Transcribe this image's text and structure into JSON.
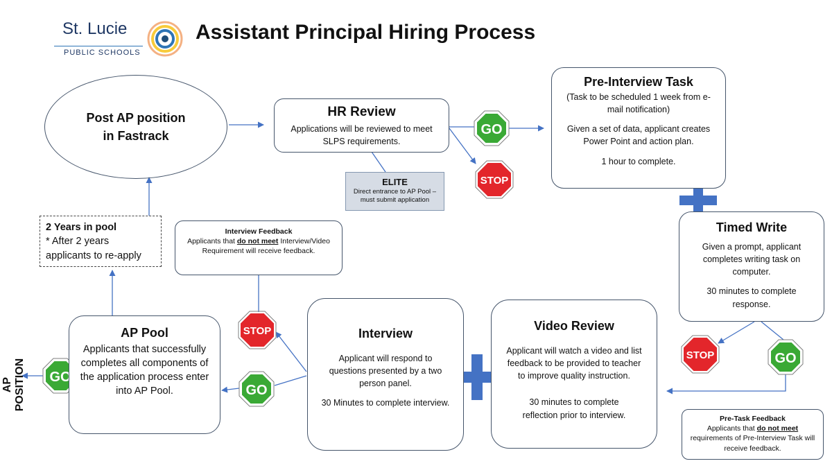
{
  "header": {
    "logo_line1": "St. Lucie",
    "logo_line2": "PUBLIC SCHOOLS",
    "title": "Assistant Principal Hiring Process"
  },
  "post_ap": {
    "line1": "Post AP position",
    "line2": "in Fastrack"
  },
  "hr_review": {
    "title": "HR Review",
    "text": "Applications will be reviewed to meet SLPS requirements."
  },
  "elite": {
    "title": "ELITE",
    "text": "Direct entrance to AP Pool – must submit application"
  },
  "pre_interview": {
    "title": "Pre-Interview Task",
    "schedule": "(Task to be scheduled 1 week from e-mail notification)",
    "text": "Given a set of data, applicant creates Power Point and action plan.",
    "time": "1 hour to complete."
  },
  "timed_write": {
    "title": "Timed Write",
    "text": "Given a prompt, applicant completes writing task on computer.",
    "time": "30 minutes to complete response."
  },
  "pool_note": {
    "title": "2 Years in pool",
    "text": "* After 2 years applicants to re-apply"
  },
  "interview_feedback": {
    "title": "Interview Feedback",
    "pre": "Applicants that",
    "emph": "do not meet",
    "post": "Interview/Video Requirement will receive feedback."
  },
  "ap_pool": {
    "title": "AP Pool",
    "text": "Applicants that successfully completes all components of the application process enter into AP Pool."
  },
  "interview": {
    "title": "Interview",
    "text": "Applicant will respond to questions presented by a two person panel.",
    "time": "30 Minutes to complete interview."
  },
  "video_review": {
    "title": "Video Review",
    "text": "Applicant will watch a video and list feedback to be provided to teacher to improve quality instruction.",
    "time": "30 minutes to complete reflection prior to interview."
  },
  "pretask_feedback": {
    "title": "Pre-Task Feedback",
    "pre": "Applicants that",
    "emph": "do not meet",
    "post": "requirements of Pre-Interview Task will receive feedback."
  },
  "side_label": "AP POSITION",
  "signs": {
    "go": "GO",
    "stop": "STOP"
  },
  "colors": {
    "go_green": "#3aa935",
    "stop_red": "#e3262b",
    "plus_blue": "#4472c4",
    "arrow_blue": "#4472c4",
    "elite_fill": "#d6dce5"
  }
}
